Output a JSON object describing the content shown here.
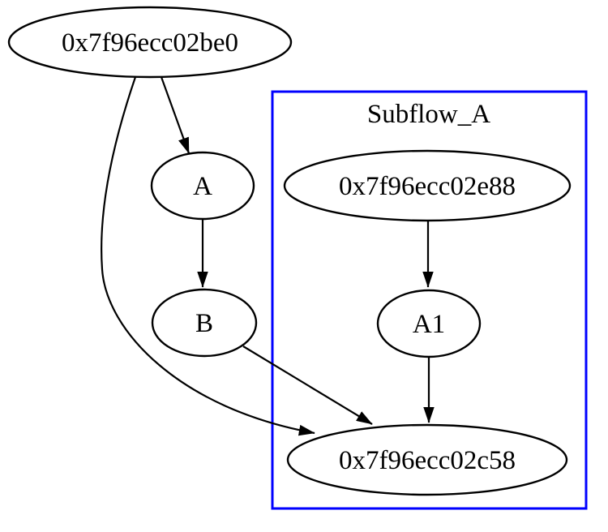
{
  "diagram": {
    "kind": "directed-graph",
    "background_color": "#ffffff",
    "colors": {
      "node_stroke": "#000000",
      "edge_stroke": "#000000",
      "text": "#000000",
      "cluster_border": "#0000ff"
    },
    "cluster": {
      "label": "Subflow_A",
      "border_color": "#0000ff",
      "member_nodes": [
        "0x7f96ecc02e88",
        "A1",
        "0x7f96ecc02c58"
      ]
    },
    "nodes": {
      "be0": {
        "label": "0x7f96ecc02be0",
        "shape": "ellipse",
        "in_cluster": false
      },
      "a": {
        "label": "A",
        "shape": "ellipse",
        "in_cluster": false
      },
      "b": {
        "label": "B",
        "shape": "ellipse",
        "in_cluster": false
      },
      "e88": {
        "label": "0x7f96ecc02e88",
        "shape": "ellipse",
        "in_cluster": true
      },
      "a1": {
        "label": "A1",
        "shape": "ellipse",
        "in_cluster": true
      },
      "c58": {
        "label": "0x7f96ecc02c58",
        "shape": "ellipse",
        "in_cluster": true
      }
    },
    "edges": [
      {
        "from": "0x7f96ecc02be0",
        "to": "A"
      },
      {
        "from": "0x7f96ecc02be0",
        "to": "0x7f96ecc02c58"
      },
      {
        "from": "A",
        "to": "B"
      },
      {
        "from": "B",
        "to": "0x7f96ecc02c58"
      },
      {
        "from": "0x7f96ecc02e88",
        "to": "A1"
      },
      {
        "from": "A1",
        "to": "0x7f96ecc02c58"
      }
    ]
  }
}
